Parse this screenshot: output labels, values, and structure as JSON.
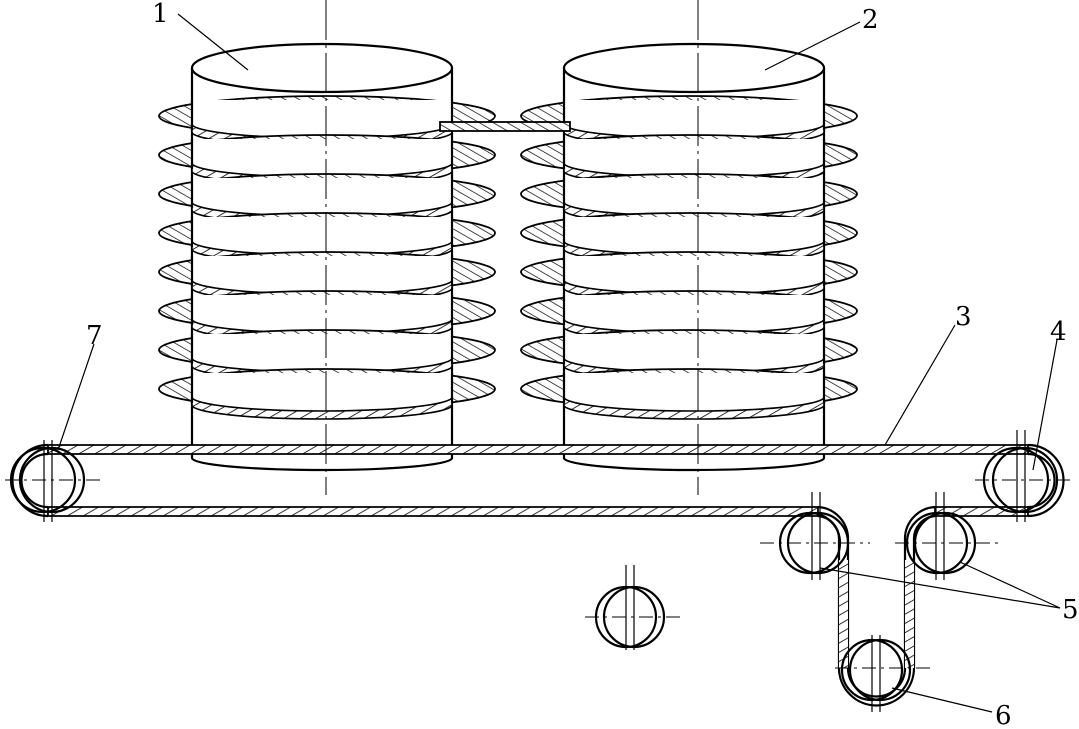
{
  "labels": {
    "drum_left": "1",
    "drum_right": "2",
    "belt": "3",
    "roller_right": "4",
    "guide_rollers": "5",
    "tension_roller": "6",
    "roller_left": "7"
  },
  "style": {
    "line_color": "#000000",
    "hatch_color": "#000000",
    "background": "#ffffff"
  },
  "drums": {
    "coil_turns": 8
  }
}
